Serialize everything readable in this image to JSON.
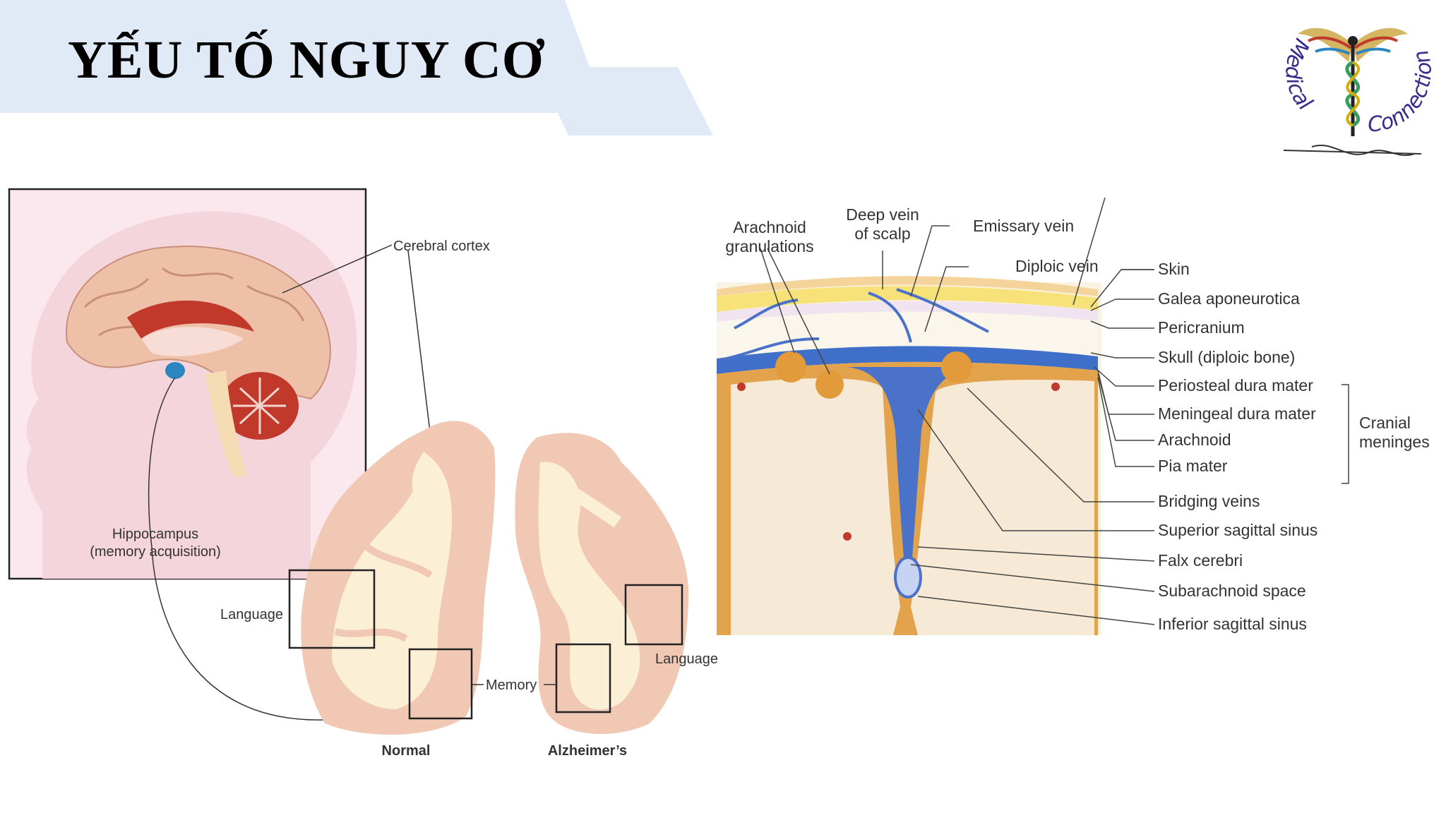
{
  "slide": {
    "title": "YẾU TỐ NGUY CƠ",
    "logo": {
      "word1": "Medical",
      "word2": "Connection",
      "icon": "caduceus-icon"
    }
  },
  "brain_figure": {
    "labels": {
      "cerebral_cortex": "Cerebral cortex",
      "hippocampus_line1": "Hippocampus",
      "hippocampus_line2": "(memory acquisition)",
      "language_left": "Language",
      "memory": "Memory",
      "language_right": "Language",
      "normal": "Normal",
      "alzheimers": "Alzheimer’s"
    }
  },
  "meninges_figure": {
    "top_labels": {
      "arachnoid_line1": "Arachnoid",
      "arachnoid_line2": "granulations",
      "deep_vein_line1": "Deep vein",
      "deep_vein_line2": "of scalp",
      "emissary_vein": "Emissary vein",
      "diploic_vein": "Diploic vein"
    },
    "right_labels": [
      "Skin",
      "Galea aponeurotica",
      "Pericranium",
      "Skull (diploic bone)",
      "Periosteal dura mater",
      "Meningeal dura mater",
      "Arachnoid",
      "Pia mater",
      "Bridging veins",
      "Superior sagittal sinus",
      "Falx cerebri",
      "Subarachnoid space",
      "Inferior sagittal sinus"
    ],
    "bracket_label_line1": "Cranial",
    "bracket_label_line2": "meninges"
  },
  "colors": {
    "banner": "#dde9f5",
    "brain_tissue": "#f0c8b4",
    "white_matter": "#fbf1d8",
    "inset_bg": "#fbe7ee",
    "vein_blue": "#4a72c8",
    "dura_orange": "#e3a24c"
  }
}
